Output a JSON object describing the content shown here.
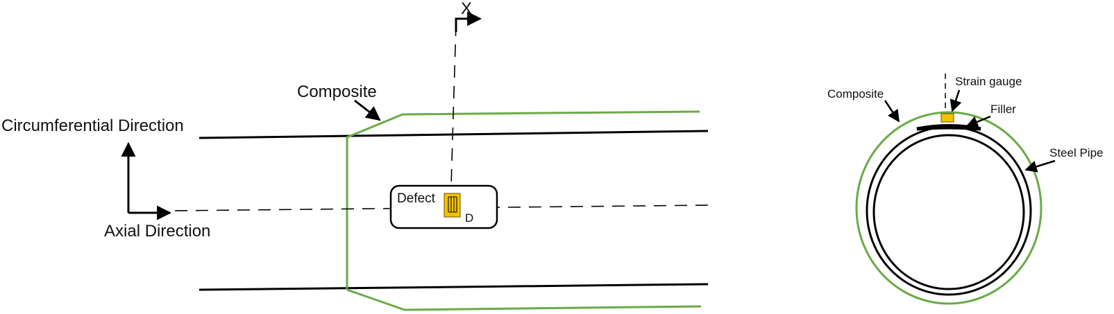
{
  "side_view": {
    "composite_label": "Composite",
    "circumferential_label": "Circumferential Direction",
    "axial_label": "Axial Direction",
    "defect_label": "Defect",
    "dimension_label": "D",
    "section_label": "X"
  },
  "cross_section": {
    "composite_label": "Composite",
    "strain_gauge_label": "Strain gauge",
    "filler_label": "Filler",
    "steel_pipe_label": "Steel Pipe"
  },
  "colors": {
    "pipe": "#000000",
    "composite": "#6aaa46",
    "gauge": "#f2c200"
  }
}
